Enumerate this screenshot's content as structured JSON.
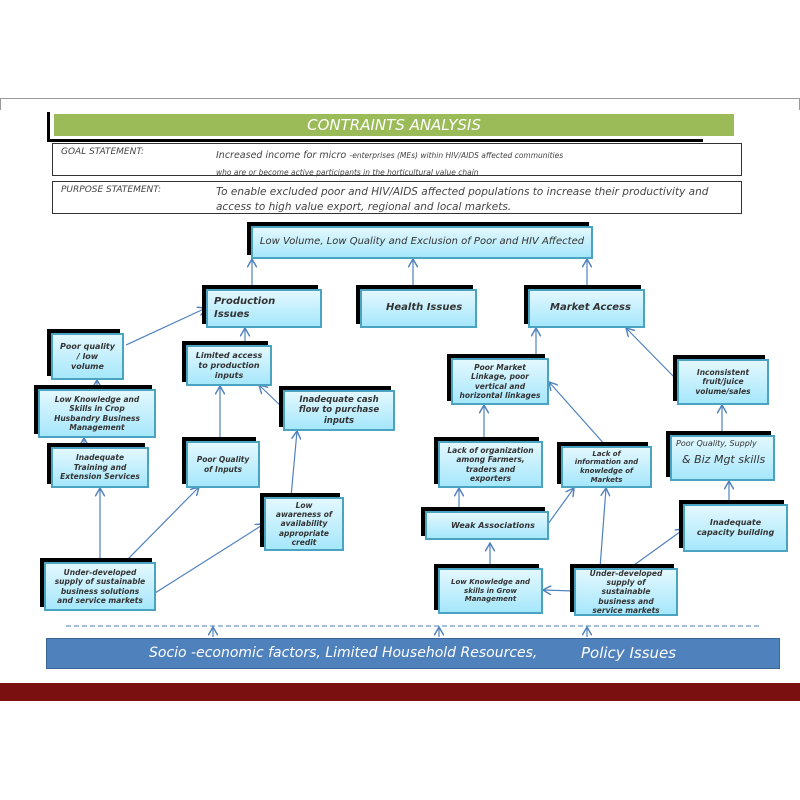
{
  "title": "CONTRAINTS ANALYSIS",
  "goal": {
    "label": "GOAL STATEMENT:",
    "text1": "Increased income for micro",
    "text2": "-enterprises (MEs) within HIV/AIDS affected communities",
    "text3": "who are or become active participants in the horticultural value chain"
  },
  "purpose": {
    "label": "PURPOSE STATEMENT:",
    "text": "To enable excluded poor and HIV/AIDS affected populations to increase their productivity and access to high value export, regional and local markets."
  },
  "nodes": {
    "core": "Low Volume, Low Quality and Exclusion of Poor and HIV Affected",
    "production": "Production Issues",
    "health": "Health Issues",
    "market": "Market Access",
    "poor_quality_volume": "Poor quality / low volume",
    "low_knowledge_crop": "Low Knowledge and Skills in Crop Husbandry Business Management",
    "inadequate_training": "Inadequate Training and Extension Services",
    "limited_access": "Limited access to production inputs",
    "cash_flow": "Inadequate cash flow to purchase inputs",
    "poor_inputs": "Poor Quality of Inputs",
    "low_awareness": "Low awareness of availability appropriate credit",
    "bds_left": "Under-developed supply of sustainable business solutions and service markets",
    "market_linkage": "Poor Market Linkage, poor vertical and horizontal linkages",
    "inconsistent": "Inconsistent fruit/juice volume/sales",
    "lack_organization": "Lack of organization among Farmers, traders and exporters",
    "lack_information": "Lack of information and knowledge of Markets",
    "poor_quality_supply": "Poor Quality, Supply",
    "biz_skills": "& Biz Mgt skills",
    "weak_associations": "Weak Associations",
    "low_knowledge_grow": "Low Knowledge and skills in Grow Management",
    "bds_right": "Under-developed supply of sustainable business and service markets",
    "capacity": "Inadequate capacity building"
  },
  "bottom": {
    "socio": "Socio -economic factors, Limited Household Resources,",
    "policy": "Policy Issues"
  },
  "colors": {
    "header": "#9bbb59",
    "box": "#a6e7fb",
    "bar": "#4f81bd",
    "footer": "#7b1010",
    "arrow": "#4f81bd"
  }
}
